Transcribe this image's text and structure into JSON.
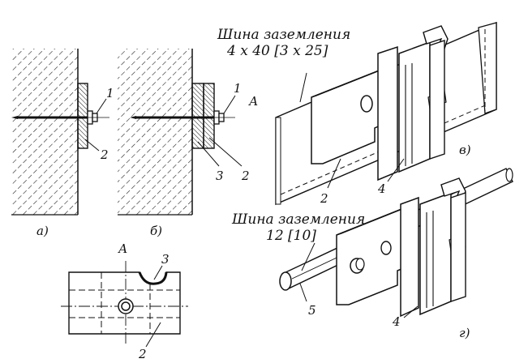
{
  "labels": {
    "title_flat_line1": "Шина заземления",
    "title_flat_line2": "4 x 40 [3 x 25]",
    "title_round_line1": "Шина заземления",
    "title_round_line2": "12 [10]",
    "panel_a": "а)",
    "panel_b": "б)",
    "panel_v": "в)",
    "panel_g": "г)",
    "view_A_top": "А",
    "view_A_detail": "А",
    "a_num1": "1",
    "a_num2": "2",
    "b_num1": "1",
    "b_num2": "2",
    "b_num3": "3",
    "d_num3": "3",
    "d_num2": "2",
    "v_num2": "2",
    "v_num4": "4",
    "g_num5": "5",
    "g_num4": "4"
  }
}
